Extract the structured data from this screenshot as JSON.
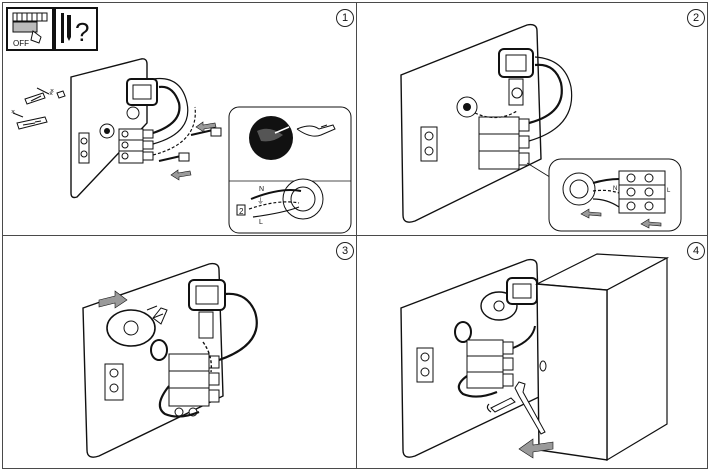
{
  "panels": [
    {
      "step": "1"
    },
    {
      "step": "2"
    },
    {
      "step": "3"
    },
    {
      "step": "4"
    }
  ],
  "icons": {
    "breaker_off_label": "OFF",
    "question_mark": "?",
    "callout_1": "1",
    "callout_2": "2",
    "wire_neutral": "N",
    "wire_live": "L",
    "wire_earth": "⏚"
  },
  "colors": {
    "line": "#111111",
    "arrow_fill": "#9a9a9a",
    "panel_border": "#4a4a4a",
    "plate_fill": "#ffffff"
  }
}
